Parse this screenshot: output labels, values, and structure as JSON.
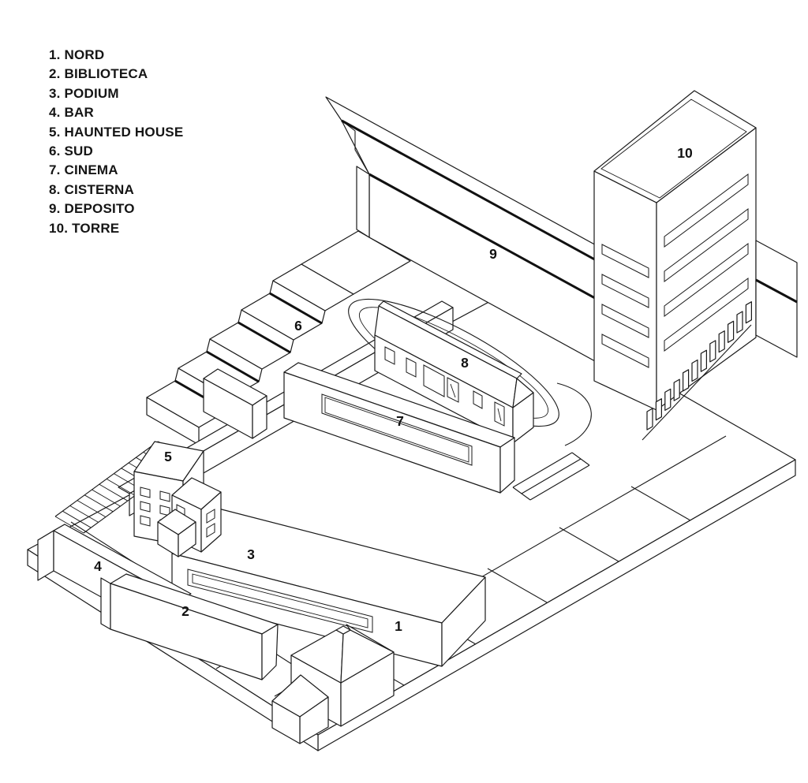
{
  "page": {
    "background": "#ffffff",
    "ink": "#1a1a1a",
    "kind": "axonometric site drawing"
  },
  "legend": {
    "items": [
      {
        "number": "1",
        "name": "NORD",
        "label": "1. NORD"
      },
      {
        "number": "2",
        "name": "BIBLIOTECA",
        "label": "2. BIBLIOTECA"
      },
      {
        "number": "3",
        "name": "PODIUM",
        "label": "3. PODIUM"
      },
      {
        "number": "4",
        "name": "BAR",
        "label": "4. BAR"
      },
      {
        "number": "5",
        "name": "HAUNTED HOUSE",
        "label": "5. HAUNTED HOUSE"
      },
      {
        "number": "6",
        "name": "SUD",
        "label": "6. SUD"
      },
      {
        "number": "7",
        "name": "CINEMA",
        "label": "7. CINEMA"
      },
      {
        "number": "8",
        "name": "CISTERNA",
        "label": "8. CISTERNA"
      },
      {
        "number": "9",
        "name": "DEPOSITO",
        "label": "9. DEPOSITO"
      },
      {
        "number": "10",
        "name": "TORRE",
        "label": "10. TORRE"
      }
    ]
  },
  "drawing": {
    "labels": [
      {
        "text": "1",
        "building": "NORD"
      },
      {
        "text": "2",
        "building": "BIBLIOTECA"
      },
      {
        "text": "3",
        "building": "PODIUM"
      },
      {
        "text": "4",
        "building": "BAR"
      },
      {
        "text": "5",
        "building": "HAUNTED HOUSE"
      },
      {
        "text": "6",
        "building": "SUD"
      },
      {
        "text": "7",
        "building": "CINEMA"
      },
      {
        "text": "8",
        "building": "CISTERNA"
      },
      {
        "text": "9",
        "building": "DEPOSITO"
      },
      {
        "text": "10",
        "building": "TORRE"
      }
    ]
  }
}
